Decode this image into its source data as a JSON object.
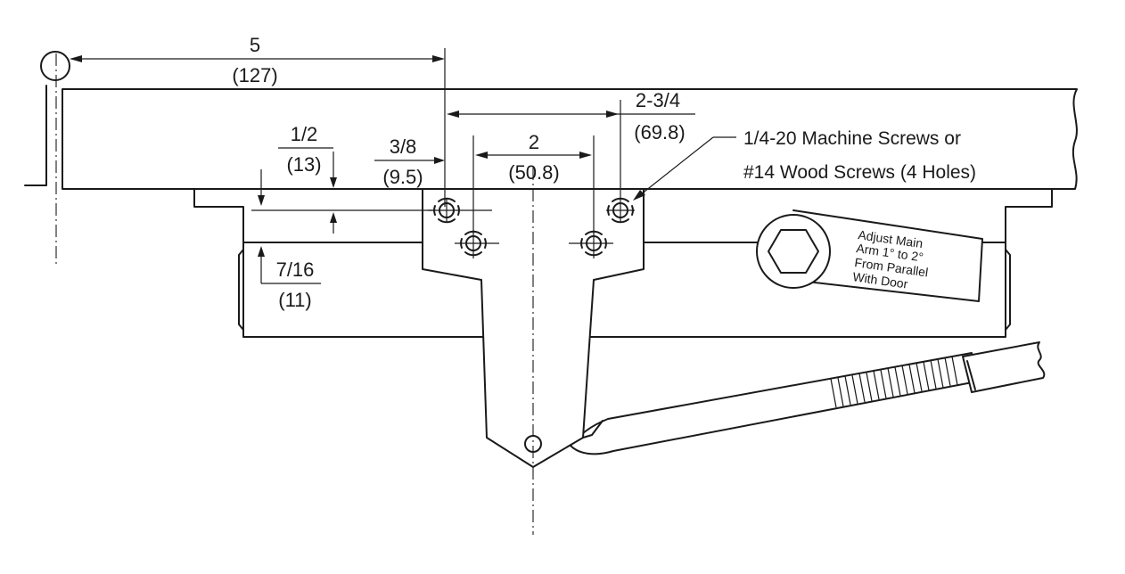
{
  "dimensions": {
    "hinge_to_centerline": {
      "inches": "5",
      "mm": "(127)"
    },
    "outer_hole_spacing": {
      "inches": "2-3/4",
      "mm": "(69.8)"
    },
    "inner_hole_spacing": {
      "inches": "2",
      "mm": "(50.8)"
    },
    "top_offset": {
      "inches": "1/2",
      "mm": "(13)"
    },
    "side_offset": {
      "inches": "3/8",
      "mm": "(9.5)"
    },
    "bottom_offset": {
      "inches": "7/16",
      "mm": "(11)"
    }
  },
  "callouts": {
    "screws_line1": "1/4-20 Machine Screws or",
    "screws_line2": "#14 Wood Screws (4 Holes)",
    "arm_line1": "Adjust Main",
    "arm_line2": "Arm 1° to 2°",
    "arm_line3": "From Parallel",
    "arm_line4": "With Door"
  }
}
